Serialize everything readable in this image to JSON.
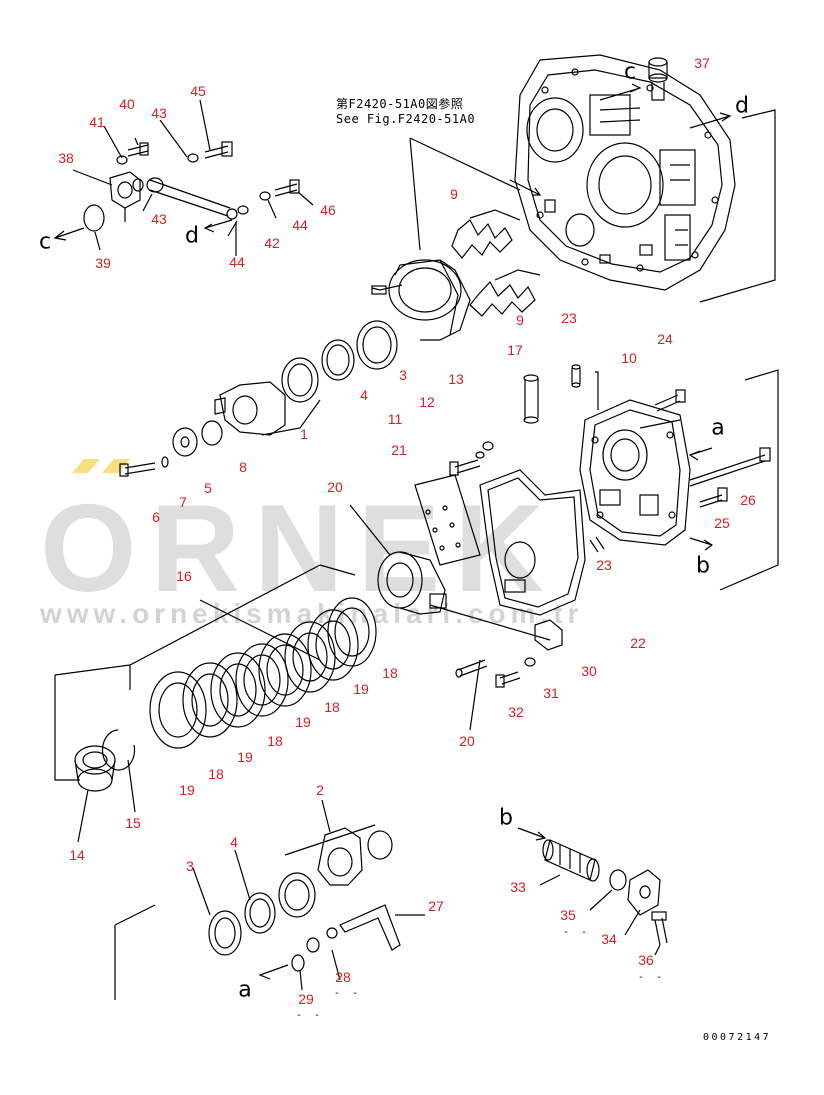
{
  "reference_note": {
    "line1": "第F2420-51A0図参照",
    "line2": "See Fig.F2420-51A0"
  },
  "drawing_code": "00072147",
  "watermark": {
    "brand": "ORNEK",
    "url": "www.ornekismakinalari.com.tr",
    "accent_color": "#f5c518"
  },
  "colors": {
    "part_number": "#d42020",
    "line": "#000000"
  },
  "letters": [
    {
      "id": "c1",
      "text": "c"
    },
    {
      "id": "c2",
      "text": "c"
    },
    {
      "id": "d1",
      "text": "d"
    },
    {
      "id": "d2",
      "text": "d"
    },
    {
      "id": "a1",
      "text": "a"
    },
    {
      "id": "a2",
      "text": "a"
    },
    {
      "id": "b1",
      "text": "b"
    },
    {
      "id": "b2",
      "text": "b"
    }
  ],
  "part_numbers": [
    {
      "id": "p1",
      "text": "1"
    },
    {
      "id": "p2",
      "text": "2"
    },
    {
      "id": "p3a",
      "text": "3"
    },
    {
      "id": "p3b",
      "text": "3"
    },
    {
      "id": "p4a",
      "text": "4"
    },
    {
      "id": "p4b",
      "text": "4"
    },
    {
      "id": "p5",
      "text": "5"
    },
    {
      "id": "p6",
      "text": "6"
    },
    {
      "id": "p7",
      "text": "7"
    },
    {
      "id": "p8",
      "text": "8"
    },
    {
      "id": "p9a",
      "text": "9"
    },
    {
      "id": "p9b",
      "text": "9"
    },
    {
      "id": "p10",
      "text": "10"
    },
    {
      "id": "p11",
      "text": "11"
    },
    {
      "id": "p12",
      "text": "12"
    },
    {
      "id": "p13",
      "text": "13"
    },
    {
      "id": "p14",
      "text": "14"
    },
    {
      "id": "p15",
      "text": "15"
    },
    {
      "id": "p16",
      "text": "16"
    },
    {
      "id": "p17",
      "text": "17"
    },
    {
      "id": "p18a",
      "text": "18"
    },
    {
      "id": "p18b",
      "text": "18"
    },
    {
      "id": "p18c",
      "text": "18"
    },
    {
      "id": "p18d",
      "text": "18"
    },
    {
      "id": "p19a",
      "text": "19"
    },
    {
      "id": "p19b",
      "text": "19"
    },
    {
      "id": "p19c",
      "text": "19"
    },
    {
      "id": "p19d",
      "text": "19"
    },
    {
      "id": "p20a",
      "text": "20"
    },
    {
      "id": "p20b",
      "text": "20"
    },
    {
      "id": "p21",
      "text": "21"
    },
    {
      "id": "p22",
      "text": "22"
    },
    {
      "id": "p23a",
      "text": "23"
    },
    {
      "id": "p23b",
      "text": "23"
    },
    {
      "id": "p24",
      "text": "24"
    },
    {
      "id": "p25",
      "text": "25"
    },
    {
      "id": "p26",
      "text": "26"
    },
    {
      "id": "p27",
      "text": "27"
    },
    {
      "id": "p28",
      "text": "28"
    },
    {
      "id": "p29",
      "text": "29"
    },
    {
      "id": "p30",
      "text": "30"
    },
    {
      "id": "p31",
      "text": "31"
    },
    {
      "id": "p32",
      "text": "32"
    },
    {
      "id": "p33",
      "text": "33"
    },
    {
      "id": "p34",
      "text": "34"
    },
    {
      "id": "p35",
      "text": "35"
    },
    {
      "id": "p36",
      "text": "36"
    },
    {
      "id": "p37",
      "text": "37"
    },
    {
      "id": "p38",
      "text": "38"
    },
    {
      "id": "p39",
      "text": "39"
    },
    {
      "id": "p40",
      "text": "40"
    },
    {
      "id": "p41",
      "text": "41"
    },
    {
      "id": "p42",
      "text": "42"
    },
    {
      "id": "p43a",
      "text": "43"
    },
    {
      "id": "p43b",
      "text": "43"
    },
    {
      "id": "p44a",
      "text": "44"
    },
    {
      "id": "p44b",
      "text": "44"
    },
    {
      "id": "p45",
      "text": "45"
    },
    {
      "id": "p46",
      "text": "46"
    }
  ],
  "dash_marks": "- -"
}
